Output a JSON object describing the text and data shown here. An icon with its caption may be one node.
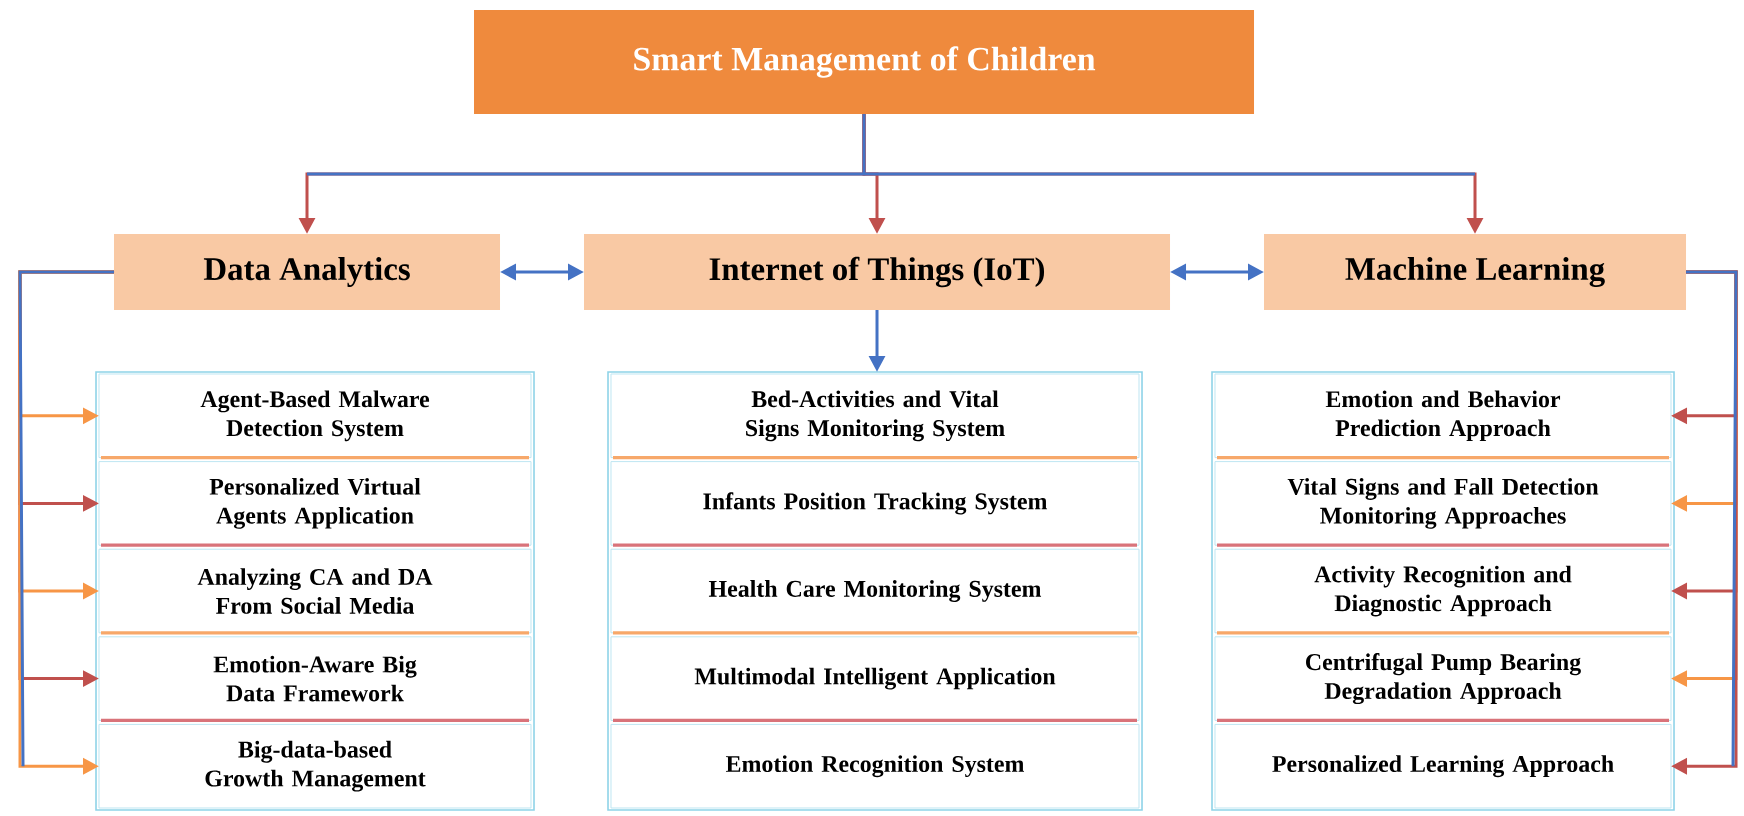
{
  "diagram": {
    "nodes": [
      {
        "text": [
          "Smart Management of Children"
        ]
      },
      {
        "text": [
          "Data Analytics"
        ]
      },
      {
        "text": [
          "Internet of Things (IoT)"
        ]
      },
      {
        "text": [
          "Machine Learning"
        ]
      },
      {
        "text": [],
        "shape": "box"
      },
      {
        "text": [
          "Agent-Based Malware Detection System"
        ],
        "in": 4
      },
      {
        "text": [
          "Personalized Virtual Agents Application"
        ],
        "in": 4
      },
      {
        "text": [
          "Analyzing CA and DA From Social Media"
        ],
        "in": 4
      },
      {
        "text": [
          "Emotion-Aware Big Data Framework"
        ],
        "in": 4
      },
      {
        "text": [
          "Big-data-based Growth Management"
        ],
        "in": 4
      },
      {
        "text": [],
        "shape": "box"
      },
      {
        "text": [
          "Bed-Activities and Vital Signs Monitoring System"
        ],
        "in": 10
      },
      {
        "text": [
          "Infants Position Tracking System"
        ],
        "in": 10
      },
      {
        "text": [
          "Health Care Monitoring System"
        ],
        "in": 10
      },
      {
        "text": [
          "Multimodal Intelligent Application"
        ],
        "in": 10
      },
      {
        "text": [
          "Emotion Recognition System"
        ],
        "in": 10
      },
      {
        "text": [],
        "shape": "box"
      },
      {
        "text": [
          "Emotion and Behavior Prediction Approach"
        ],
        "in": 16
      },
      {
        "text": [
          "Vital Signs and Fall Detection Monitoring Approaches"
        ],
        "in": 16
      },
      {
        "text": [
          "Activity Recognition and Diagnostic Approach"
        ],
        "in": 16
      },
      {
        "text": [
          "Centrifugal Pump Bearing Degradation Approach"
        ],
        "in": 16
      },
      {
        "text": [
          "Personalized Learning Approach"
        ],
        "in": 16
      }
    ],
    "edges": [
      {
        "from": 0,
        "to": 1,
        "arrow": "to",
        "color": "#c0504d"
      },
      {
        "from": 0,
        "to": 2,
        "arrow": "to",
        "color": "#c0504d"
      },
      {
        "from": 0,
        "to": 3,
        "arrow": "to",
        "color": "#c0504d"
      },
      {
        "from": 1,
        "to": 2,
        "arrow": "both",
        "color": "#4472c4"
      },
      {
        "from": 2,
        "to": 3,
        "arrow": "both",
        "color": "#4472c4"
      },
      {
        "from": 2,
        "to": 10,
        "arrow": "to",
        "color": "#4472c4"
      },
      {
        "from": 1,
        "to": 5,
        "arrow": "to",
        "color": "#f79646"
      },
      {
        "from": 1,
        "to": 6,
        "arrow": "to",
        "color": "#c0504d"
      },
      {
        "from": 1,
        "to": 7,
        "arrow": "to",
        "color": "#f79646"
      },
      {
        "from": 1,
        "to": 8,
        "arrow": "to",
        "color": "#c0504d"
      },
      {
        "from": 1,
        "to": 9,
        "arrow": "to",
        "color": "#f79646"
      },
      {
        "from": 3,
        "to": 17,
        "arrow": "to",
        "color": "#c0504d"
      },
      {
        "from": 3,
        "to": 18,
        "arrow": "to",
        "color": "#f79646"
      },
      {
        "from": 3,
        "to": 19,
        "arrow": "to",
        "color": "#c0504d"
      },
      {
        "from": 3,
        "to": 20,
        "arrow": "to",
        "color": "#f79646"
      },
      {
        "from": 3,
        "to": 21,
        "arrow": "to",
        "color": "#c0504d"
      }
    ]
  }
}
